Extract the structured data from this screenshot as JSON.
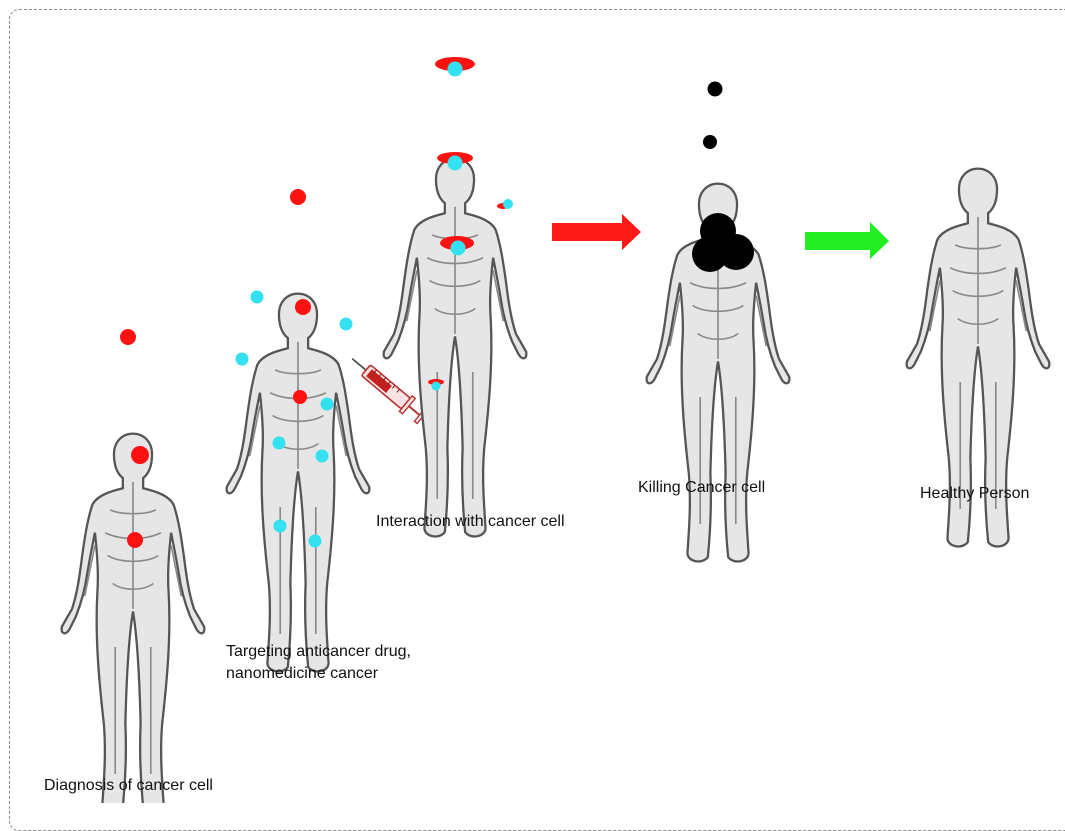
{
  "stages": [
    {
      "label": "Diagnosis of cancer cell"
    },
    {
      "label": "Targeting anticancer drug,",
      "label_line2": "nanomedicine cancer"
    },
    {
      "label": "Interaction with cancer cell"
    },
    {
      "label": "Killing Cancer cell"
    },
    {
      "label": "Healthy Person"
    }
  ],
  "colors": {
    "cancer": "#ff1111",
    "nanomedicine": "#33e1f0",
    "dead_cell": "#000000",
    "arrow_treatment": "#ff1a1a",
    "arrow_recovery": "#22ee22",
    "body_fill": "#e6e6e6",
    "body_outline": "#555555"
  },
  "icons": [
    "human-body-icon",
    "syringe-icon",
    "arrow-right-icon"
  ]
}
